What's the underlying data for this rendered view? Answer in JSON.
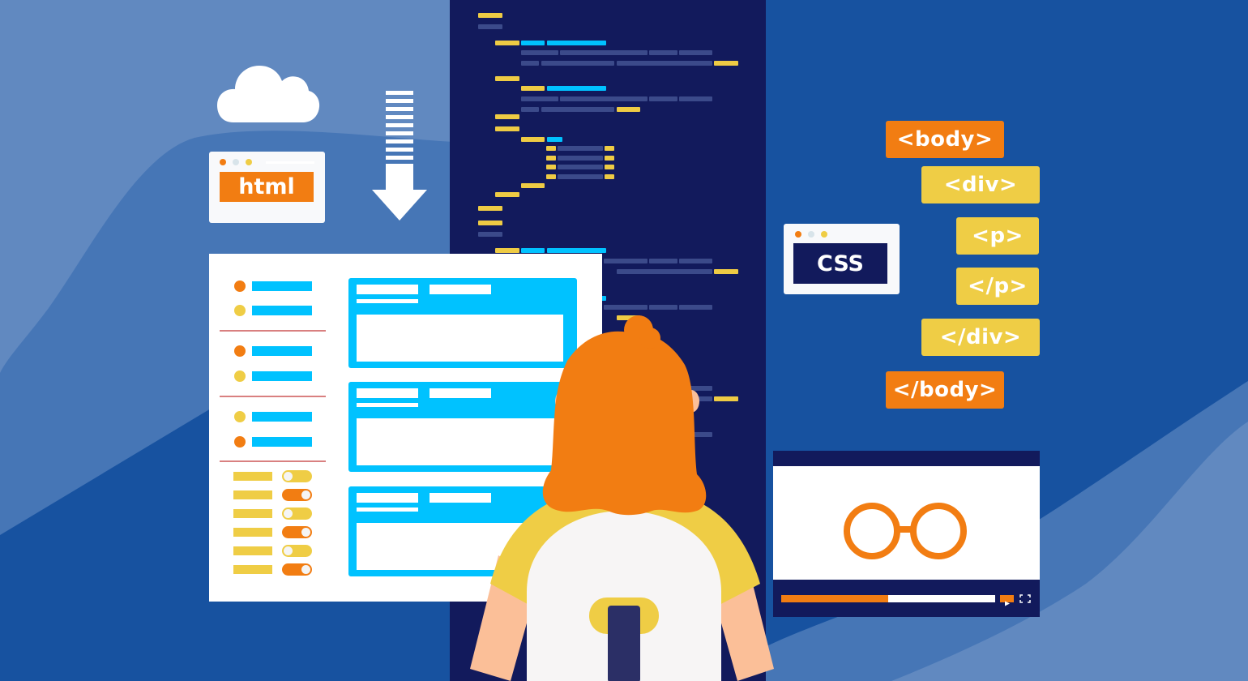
{
  "scene": {
    "description": "Flat illustration of a web developer viewing HTML/CSS code",
    "colors": {
      "background_dark": "#1752a0",
      "background_mid": "#4676b6",
      "background_light": "#6189c0",
      "code_panel": "#121a5c",
      "orange": "#f27d12",
      "yellow": "#efcd45",
      "cyan": "#00c2ff",
      "white": "#ffffff",
      "skin": "#fbbf98"
    }
  },
  "html_window": {
    "label": "html",
    "dots": [
      "#f27d12",
      "#d8e4ea",
      "#efcd45"
    ]
  },
  "css_window": {
    "label": "CSS",
    "dots": [
      "#f27d12",
      "#d8e4ea",
      "#efcd45"
    ]
  },
  "tags": [
    {
      "text": "<body>",
      "color": "orange"
    },
    {
      "text": "<div>",
      "color": "yellow"
    },
    {
      "text": "<p>",
      "color": "yellow"
    },
    {
      "text": "</p>",
      "color": "yellow"
    },
    {
      "text": "</div>",
      "color": "yellow"
    },
    {
      "text": "</body>",
      "color": "orange"
    }
  ],
  "sidebar": {
    "bullets": [
      "orange",
      "yellow",
      "orange",
      "yellow",
      "yellow",
      "orange"
    ],
    "toggles": [
      "off",
      "on",
      "off",
      "on",
      "off",
      "on"
    ]
  },
  "video_player": {
    "icon": "glasses-icon",
    "progress_percent": 50,
    "play_icon": "play-icon",
    "fullscreen_icon": "fullscreen-icon"
  }
}
